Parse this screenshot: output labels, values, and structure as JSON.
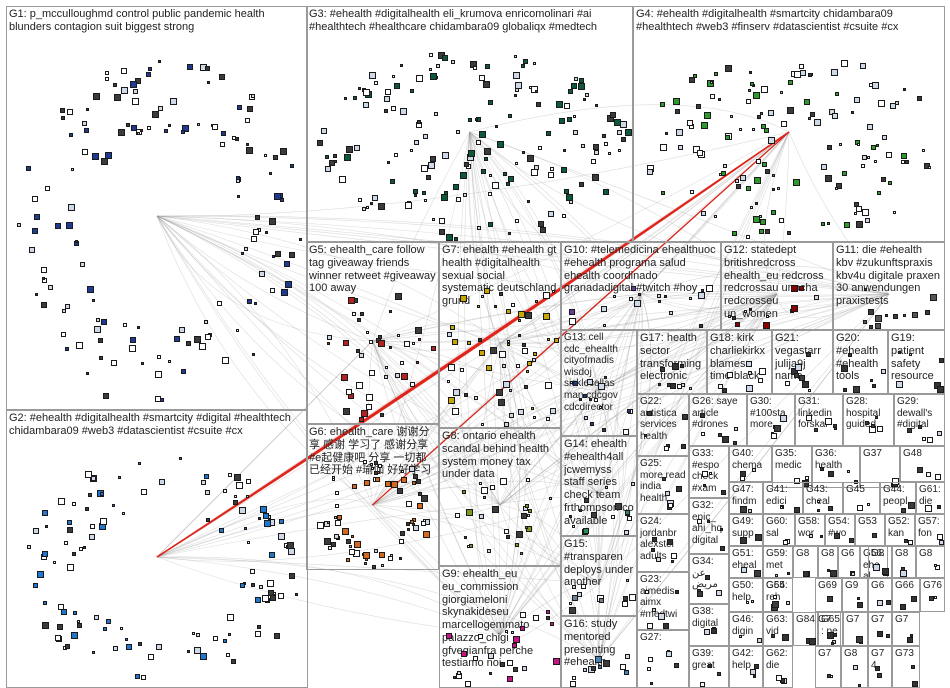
{
  "title": "",
  "edge_colors": {
    "default": "#9c9c9c",
    "highlight": "#e0251b"
  },
  "groups": [
    {
      "id": "G1",
      "text": "G1: p_mcculloughmd control public pandemic health blunders contagion suit biggest strong",
      "color": "#1f3a93"
    },
    {
      "id": "G2",
      "text": "G2: #ehealth #digitalhealth #smartcity #digital #healthtech chidambara09 #web3 #datascientist #csuite #cx",
      "color": "#1f77d0"
    },
    {
      "id": "G3",
      "text": "G3: #ehealth #digitalhealth eli_krumova enricomolinari #ai #healthtech #healthcare chidambara09 globaliqx #medtech",
      "color": "#0d5a3a"
    },
    {
      "id": "G4",
      "text": "G4: #ehealth #digitalhealth #smartcity chidambara09 #healthtech #web3 #finserv #datascientist #csuite #cx",
      "color": "#2e9a2e"
    },
    {
      "id": "G5",
      "text": "G5: ehealth_care follow tag giveaway friends winner retweet #giveaway 100 away",
      "color": "#b22222"
    },
    {
      "id": "G6",
      "text": "G6: ehealth_care 谢谢分享 感谢 学习了 感谢分享 #e起健康吧 分享 一切都已经开始 #瑜伽 好好学习",
      "color": "#d2691e"
    },
    {
      "id": "G7",
      "text": "G7: ehealth #ehealth gt health #digitalhealth sexual social systematic deutschland grund",
      "color": "#c8a800"
    },
    {
      "id": "G8",
      "text": "G8: ontario ehealth scandal behind health system money tax under data",
      "color": "#7a9a20"
    },
    {
      "id": "G9",
      "text": "G9: ehealth_eu eu_commission giorgiameloni skynakideseu marcellogemmato palazzo_chigi gfvegianfra perche testiamo noi",
      "color": "#c71585"
    },
    {
      "id": "G10",
      "text": "G10: #telemedicina ehealthuoc #ehealth programa salud ehealth coordinado granadadigital #twitch #hoy",
      "color": "#6a3d9a"
    },
    {
      "id": "G11",
      "text": "G11: die #ehealth kbv #zukunftspraxis kbv4u digitale praxen 30 anwendungen praxistests",
      "color": "#555555"
    },
    {
      "id": "G12",
      "text": "G12: statedept britishredcross ehealth_eu redcross redcrossau unocha redcrosseu un_women",
      "color": "#8b0000"
    },
    {
      "id": "G13",
      "text": "G13: cell cdc_ehealth cityofmadis wisdoj sicklecellas man cdcgov cdcdirector",
      "color": "#1f3a93"
    },
    {
      "id": "G14",
      "text": "G14: ehealth #ehealth4all jcwemyss staff series check team frthompson co available",
      "color": "#2e8b57"
    },
    {
      "id": "G15",
      "text": "G15: #transparen deploys under another",
      "color": "#708090"
    },
    {
      "id": "G16",
      "text": "G16: study mentored presenting #ehealth",
      "color": "#4682b4"
    },
    {
      "id": "G17",
      "text": "G17: health sector transforming electronic",
      "color": "#333333"
    },
    {
      "id": "G18",
      "text": "G18: kirk charliekirkx blames time black",
      "color": "#333333"
    },
    {
      "id": "G19",
      "text": "G19: patient safety resource",
      "color": "#333333"
    },
    {
      "id": "G20",
      "text": "G20: #ehealth #ehealth tools",
      "color": "#333333"
    },
    {
      "id": "G21",
      "text": "G21: vegastarr julija9j name",
      "color": "#333333"
    },
    {
      "id": "G22",
      "text": "G22: autistica services health",
      "color": "#333333"
    },
    {
      "id": "G23",
      "text": "G23: aimedis aimx #medtwi",
      "color": "#333333"
    },
    {
      "id": "G24",
      "text": "G24: jordanbr alexstei adults",
      "color": "#333333"
    },
    {
      "id": "G25",
      "text": "G25: more read india health",
      "color": "#333333"
    },
    {
      "id": "G26",
      "text": "G26: saye article #drones",
      "color": "#333333"
    },
    {
      "id": "G27",
      "text": "G27:",
      "color": "#333333"
    },
    {
      "id": "G28",
      "text": "G28: hospital guided",
      "color": "#333333"
    },
    {
      "id": "G29",
      "text": "G29: dewall's #digital",
      "color": "#333333"
    },
    {
      "id": "G30",
      "text": "G30: #100sta more",
      "color": "#333333"
    },
    {
      "id": "G31",
      "text": "G31: linkedin forskar",
      "color": "#333333"
    },
    {
      "id": "G32",
      "text": "G32: epic_ ahi_hq digital",
      "color": "#333333"
    },
    {
      "id": "G33",
      "text": "G33: #espo check #xam",
      "color": "#333333"
    },
    {
      "id": "G34",
      "text": "G34: عن مريض",
      "color": "#333333"
    },
    {
      "id": "G35",
      "text": "G35: medic",
      "color": "#333333"
    },
    {
      "id": "G36",
      "text": "G36: health",
      "color": "#333333"
    },
    {
      "id": "G37",
      "text": "G37",
      "color": "#333333"
    },
    {
      "id": "G38",
      "text": "G38: digital",
      "color": "#333333"
    },
    {
      "id": "G39",
      "text": "G39: great",
      "color": "#333333"
    },
    {
      "id": "G40",
      "text": "G40: chema",
      "color": "#333333"
    },
    {
      "id": "G41",
      "text": "G41: edici",
      "color": "#333333"
    },
    {
      "id": "G42",
      "text": "G42: help",
      "color": "#333333"
    },
    {
      "id": "G43",
      "text": "G43: cheal",
      "color": "#333333"
    },
    {
      "id": "G44",
      "text": "G44: peopl",
      "color": "#333333"
    },
    {
      "id": "G45",
      "text": "G45",
      "color": "#333333"
    },
    {
      "id": "G46",
      "text": "G46: digin",
      "color": "#333333"
    },
    {
      "id": "G47",
      "text": "G47: findm",
      "color": "#333333"
    },
    {
      "id": "G48",
      "text": "G48",
      "color": "#333333"
    },
    {
      "id": "G49",
      "text": "G49: supp",
      "color": "#333333"
    },
    {
      "id": "G50",
      "text": "G50: help",
      "color": "#333333"
    },
    {
      "id": "G51",
      "text": "G51: eheal",
      "color": "#333333"
    },
    {
      "id": "G52",
      "text": "G52: kan",
      "color": "#333333"
    },
    {
      "id": "G53",
      "text": "G53",
      "color": "#333333"
    },
    {
      "id": "G54",
      "text": "G54: #wo",
      "color": "#333333"
    },
    {
      "id": "G55",
      "text": "G55",
      "color": "#333333"
    },
    {
      "id": "G56",
      "text": "G56: eheal",
      "color": "#333333"
    },
    {
      "id": "G57",
      "text": "G57: fon",
      "color": "#333333"
    },
    {
      "id": "G58",
      "text": "G58: wor",
      "color": "#333333"
    },
    {
      "id": "G59",
      "text": "G59: met",
      "color": "#333333"
    },
    {
      "id": "G60",
      "text": "G60: sal",
      "color": "#333333"
    },
    {
      "id": "G61",
      "text": "G61: die",
      "color": "#333333"
    },
    {
      "id": "G62",
      "text": "G62: die",
      "color": "#333333"
    },
    {
      "id": "G63",
      "text": "G63: vid",
      "color": "#333333"
    },
    {
      "id": "G64",
      "text": "G64: reh",
      "color": "#333333"
    },
    {
      "id": "G65",
      "text": "G65: pe",
      "color": "#333333"
    },
    {
      "id": "G66",
      "text": "G66",
      "color": "#333333"
    },
    {
      "id": "G67",
      "text": "G6",
      "color": "#333333"
    },
    {
      "id": "G68",
      "text": "G6",
      "color": "#333333"
    },
    {
      "id": "G69",
      "text": "G69",
      "color": "#333333"
    },
    {
      "id": "G70",
      "text": "G7",
      "color": "#333333"
    },
    {
      "id": "G71",
      "text": "G7",
      "color": "#333333"
    },
    {
      "id": "G72",
      "text": "G7",
      "color": "#333333"
    },
    {
      "id": "G73",
      "text": "G73",
      "color": "#333333"
    },
    {
      "id": "G74",
      "text": "G74",
      "color": "#333333"
    },
    {
      "id": "G75",
      "text": "G7",
      "color": "#333333"
    },
    {
      "id": "G76",
      "text": "G76",
      "color": "#333333"
    },
    {
      "id": "G77",
      "text": "G7",
      "color": "#333333"
    },
    {
      "id": "G78",
      "text": "G8",
      "color": "#333333"
    },
    {
      "id": "G79",
      "text": "G8",
      "color": "#333333"
    },
    {
      "id": "G80",
      "text": "G8",
      "color": "#333333"
    },
    {
      "id": "G81",
      "text": "G8",
      "color": "#333333"
    },
    {
      "id": "G82",
      "text": "G8",
      "color": "#333333"
    },
    {
      "id": "G83",
      "text": "G9",
      "color": "#333333"
    },
    {
      "id": "G84",
      "text": "G84",
      "color": "#333333"
    },
    {
      "id": "G85",
      "text": "G8",
      "color": "#333333"
    }
  ]
}
